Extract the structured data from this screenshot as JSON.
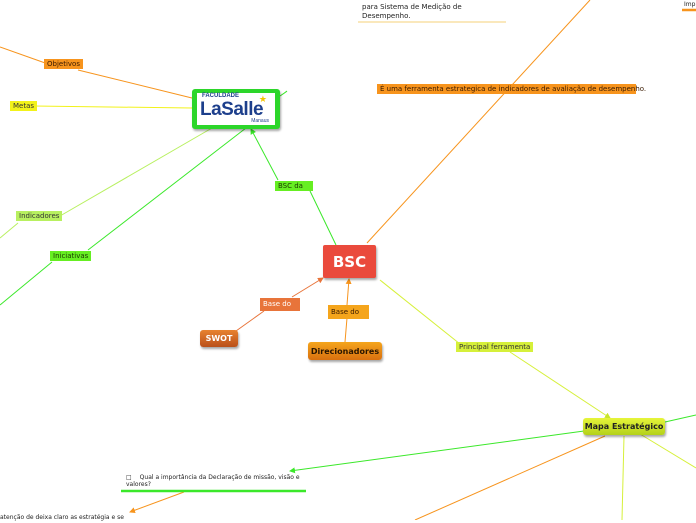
{
  "central": {
    "label": "BSC"
  },
  "logo": {
    "top": "FACULDADE",
    "main": "LaSalle",
    "sub": "Manaus"
  },
  "nodes": {
    "swot": "SWOT",
    "direcionadores": "Direcionadores",
    "mapa": "Mapa Estratégico"
  },
  "labels": {
    "objetivos": "Objetivos",
    "metas": "Metas",
    "indicadores": "Indicadores",
    "iniciativas": "Iniciativas",
    "bsc_da": "BSC da",
    "base_do_1": "Base do",
    "base_do_2": "Base do",
    "principal": "Principal ferramenta",
    "ferramenta": "É uma ferramenta estrategica de indicadores de avaliação de desempenho.",
    "imp": "Imp"
  },
  "notes": {
    "top_line1": "para  Sistema de Medição de",
    "top_line2": "Desempenho.",
    "question": "Qual a importância da Declaração de missão, visão e valores?",
    "bottom": "atenção de deixa claro as estratégia e se"
  },
  "colors": {
    "orange": "#f7941d",
    "green": "#3be82a",
    "lime": "#d6f03a",
    "bsc_red": "#ea4a3c"
  }
}
